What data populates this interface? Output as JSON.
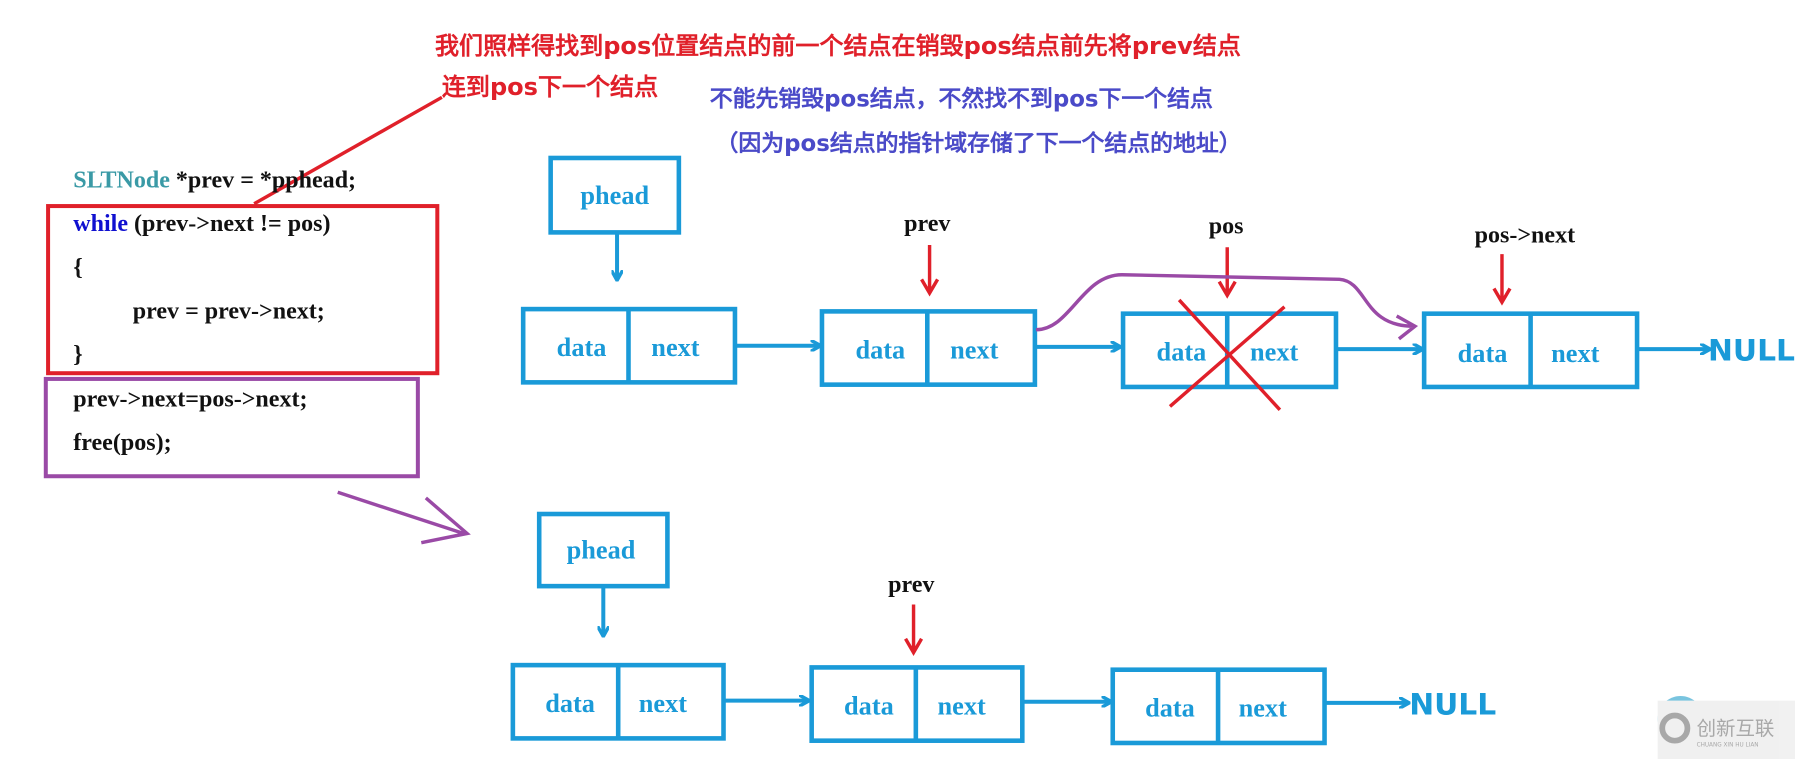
{
  "annotations": {
    "red_line1": "我们照样得找到pos位置结点的前一个结点在销毁pos结点前先将prev结点",
    "red_line2": "连到pos下一个结点",
    "blue_line1": "不能先销毁pos结点，不然找不到pos下一个结点",
    "blue_line2": "（因为pos结点的指针域存储了下一个结点的地址）"
  },
  "code": {
    "type_name": "SLTNode",
    "line1_rest": " *prev = *pphead;",
    "keyword_while": "while",
    "line2_rest": " (prev->next != pos)",
    "line3": "{",
    "line4": "prev = prev->next;",
    "line5": "}",
    "line6": "prev->next=pos->next;",
    "line7": "free(pos);"
  },
  "diagram": {
    "head": "phead",
    "data": "data",
    "next": "next",
    "null": "NULL",
    "prev": "prev",
    "pos": "pos",
    "pos_next": "pos->next"
  },
  "watermark": {
    "cn": "创新互联",
    "en": "CHUANG XIN HU LIAN"
  },
  "colors": {
    "red": "#e0202a",
    "blue_text": "#4a4ac8",
    "node_blue": "#1a9ad8",
    "purple": "#9a4aa6",
    "teal": "#3a9aa6"
  }
}
